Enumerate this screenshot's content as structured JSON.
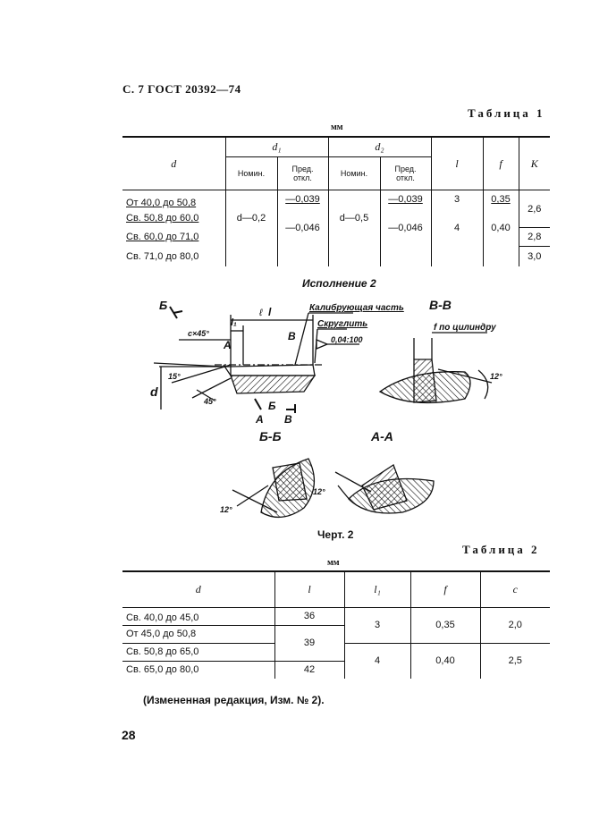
{
  "page": {
    "header": "С. 7 ГОСТ 20392—74",
    "page_number": "28"
  },
  "table1": {
    "caption": "Таблица 1",
    "unit": "мм",
    "headers": {
      "d": "d",
      "d1": "d₁",
      "d2": "d₂",
      "nom": "Номин.",
      "pred": "Пред. откл.",
      "l": "l",
      "f": "f",
      "K": "К"
    },
    "rows": [
      {
        "d": "От 40,0 до 50,8",
        "d1_pred": "—0,039",
        "d2_pred": "—0,039",
        "l": "3",
        "f": "0,35"
      },
      {
        "d": "Св. 50,8 до 60,0"
      },
      {
        "d": "Св. 60,0 до 71,0",
        "d1_pred": "—0,046",
        "d2_pred": "—0,046",
        "l": "4",
        "f": "0,40",
        "K": "2,8"
      },
      {
        "d": "Св. 71,0 до 80,0",
        "K": "3,0"
      }
    ],
    "merged": {
      "d1_nom": "d—0,2",
      "d2_nom": "d—0,5",
      "K_top": "2,6"
    }
  },
  "drawing": {
    "title": "Исполнение 2",
    "caption": "Черт. 2",
    "labels": {
      "B_left": "Б",
      "l": "l",
      "l1": "l₁",
      "l_small": "ℓ",
      "chamfer": "c×45°",
      "calib": "Калибрующая часть",
      "round": "Скруглить",
      "tol": "0,04:100",
      "A": "A",
      "B": "В",
      "angle15": "15°",
      "angle45": "45°",
      "d": "d",
      "Bsec": "Б",
      "section_BB": "В-В",
      "f_cyl": "f по цилиндру",
      "angle12": "12°",
      "section_bb": "Б-Б",
      "section_AA": "А-А"
    }
  },
  "table2": {
    "caption": "Таблица 2",
    "unit": "мм",
    "headers": {
      "d": "d",
      "l": "l",
      "l1": "l₁",
      "f": "f",
      "c": "c"
    },
    "rows": [
      {
        "d": "Св. 40,0 до 45,0",
        "l": "36"
      },
      {
        "d": "От 45,0 до 50,8"
      },
      {
        "d": "Св. 50,8 до 65,0"
      },
      {
        "d": "Св. 65,0 до 80,0",
        "l": "42"
      }
    ],
    "merged": {
      "l_mid": "39",
      "l1_top": "3",
      "l1_bot": "4",
      "f_top": "0,35",
      "f_bot": "0,40",
      "c_top": "2,0",
      "c_bot": "2,5"
    },
    "note": "(Измененная редакция, Изм. № 2)."
  }
}
